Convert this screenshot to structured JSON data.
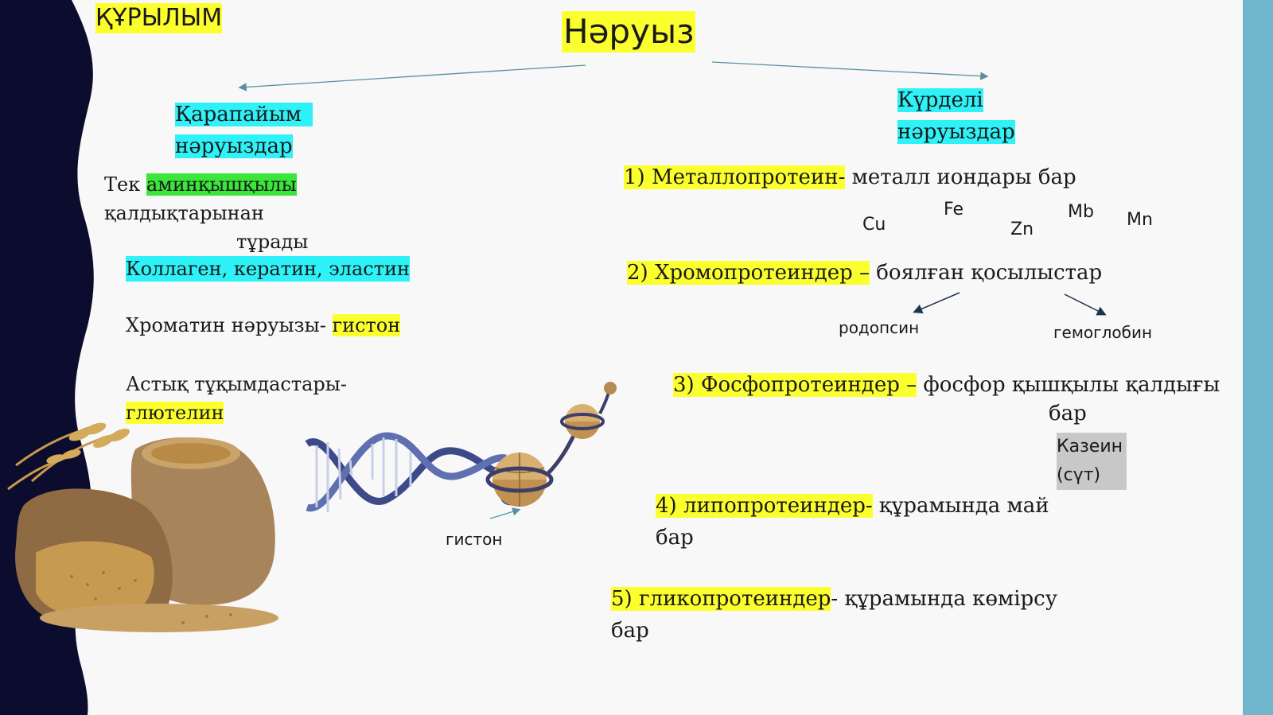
{
  "header": {
    "section_label": "ҚҰРЫЛЫМ",
    "title": "Нәруыз"
  },
  "left": {
    "heading_line1": "Қарапайым",
    "heading_line2": "нәруыздар",
    "desc_prefix": "Тек ",
    "desc_highlight": "аминқышқылы",
    "desc_line2": "қалдықтарынан",
    "desc_line3": "тұрады",
    "examples": "Коллаген, кератин, эластин",
    "chromatin_text": "Хроматин нәруызы- ",
    "chromatin_highlight": "гистон",
    "cereal_text": "Астық тұқымдастары-",
    "cereal_highlight": "глютелин",
    "histone_label": "гистон"
  },
  "right": {
    "heading_line1": "Күрделі",
    "heading_line2": "нәруыздар",
    "item1_highlight": "1) Металлопротеин-",
    "item1_text": " металл иондары бар",
    "metals": [
      "Cu",
      "Fe",
      "Zn",
      "Mb",
      "Mn"
    ],
    "item2_highlight": "2) Хромопротеиндер –",
    "item2_text": " боялған қосылыстар",
    "item2_example1": "родопсин",
    "item2_example2": "гемоглобин",
    "item3_highlight": "3) Фосфопротеиндер –",
    "item3_text": " фосфор қышқылы қалдығы",
    "item3_text2": "бар",
    "item3_example_line1": "Казеин",
    "item3_example_line2": "(сүт)",
    "item4_highlight": "4) липопротеиндер-",
    "item4_text": " құрамында май",
    "item4_text2": "бар",
    "item5_highlight": "5) гликопротеиндер",
    "item5_text": "- құрамында көмірсу",
    "item5_text2": "бар"
  },
  "colors": {
    "highlight_yellow": "#fcff2e",
    "highlight_cyan": "#2ef2f8",
    "highlight_green": "#39e639",
    "left_band": "#0c0c2e",
    "right_band": "#6fb6cc"
  }
}
